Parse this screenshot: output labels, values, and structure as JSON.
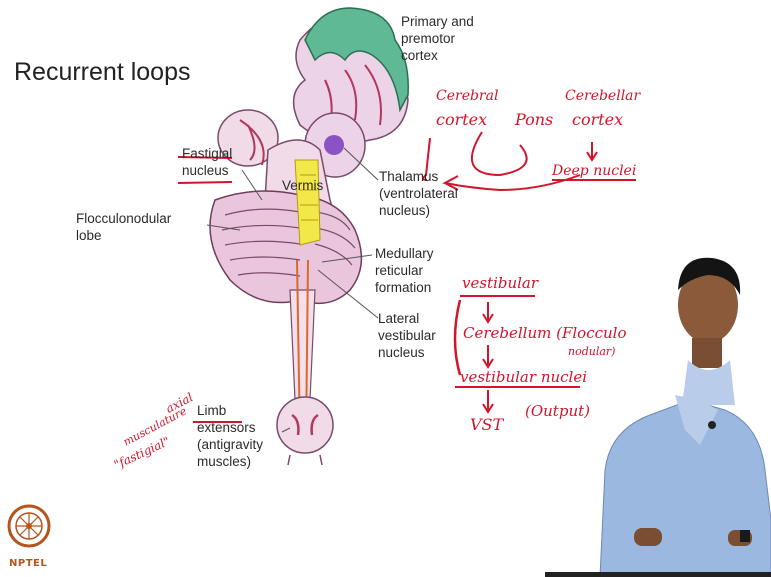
{
  "slide": {
    "title": "Recurrent loops",
    "labels": {
      "cortex_line1": "Primary and",
      "cortex_line2": "premotor",
      "cortex_line3": "cortex",
      "fastigial_line1": "Fastigial",
      "fastigial_line2": "nucleus",
      "vermis": "Vermis",
      "flocculo_line1": "Flocculonodular",
      "flocculo_line2": "lobe",
      "thalamus_line1": "Thalamus",
      "thalamus_line2": "(ventrolateral",
      "thalamus_line3": "nucleus)",
      "medullary_line1": "Medullary",
      "medullary_line2": "reticular",
      "medullary_line3": "formation",
      "lateral_line1": "Lateral",
      "lateral_line2": "vestibular",
      "lateral_line3": "nucleus",
      "limb_line1": "Limb",
      "limb_line2": "extensors",
      "limb_line3": "(antigravity",
      "limb_line4": "muscles)"
    }
  },
  "annotations": {
    "loop1": {
      "cerebral": "Cerebral",
      "cortex": "cortex",
      "pons": "Pons",
      "cerebellar": "Cerebellar",
      "cortex2": "cortex",
      "deep_nuclei": "Deep nuclei"
    },
    "loop2": {
      "vestibular": "vestibular",
      "cerebellum": "Cerebellum (Flocculo",
      "nodular": "nodular)",
      "vestibular_nuclei": "vestibular nuclei",
      "vst": "VST",
      "output": "(Output)"
    },
    "side_note": {
      "line1": "axial",
      "line2": "musculature",
      "line3": "\"fastigial\""
    }
  },
  "branding": {
    "logo_text": "NPTEL"
  },
  "colors": {
    "ink_red": "#d4142a",
    "cortex_green": "#3aa17a",
    "cerebellum_pink": "#e9c6dc",
    "vermis_yellow": "#f3e84a",
    "thalamus_purple": "#8a52c4"
  }
}
